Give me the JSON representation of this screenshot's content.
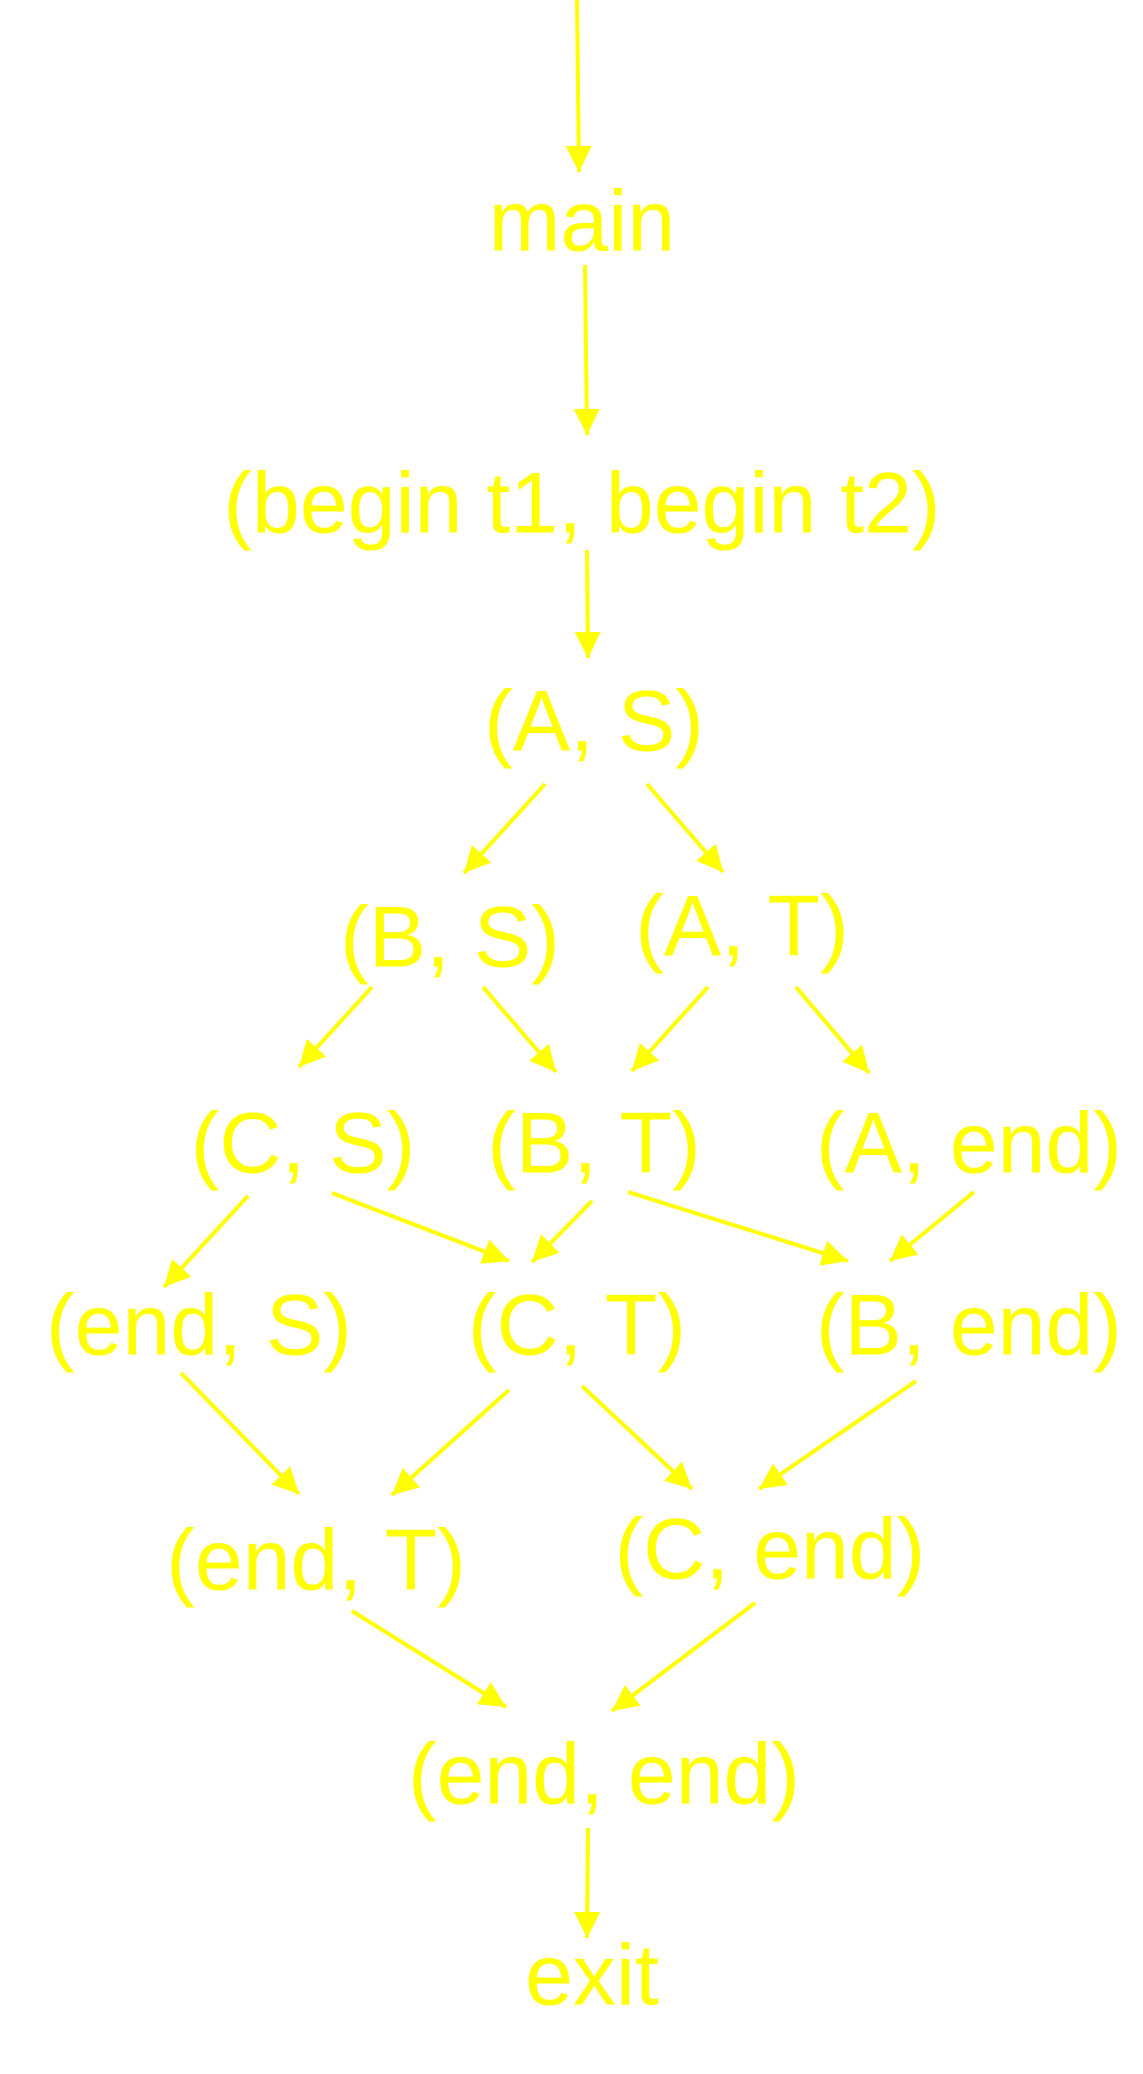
{
  "diagram": {
    "color": "#ffff00",
    "background": "#ffffff",
    "nodes": {
      "main": "main",
      "begin": "(begin t1, begin t2)",
      "a_s": "(A, S)",
      "b_s": "(B, S)",
      "a_t": "(A, T)",
      "c_s": "(C, S)",
      "b_t": "(B, T)",
      "a_end": "(A, end)",
      "end_s": "(end, S)",
      "c_t": "(C, T)",
      "b_end": "(B, end)",
      "end_t": "(end, T)",
      "c_end": "(C, end)",
      "end_end": "(end, end)",
      "exit": "exit"
    },
    "edges": [
      {
        "from": "entry",
        "to": "main"
      },
      {
        "from": "main",
        "to": "begin"
      },
      {
        "from": "begin",
        "to": "a_s"
      },
      {
        "from": "a_s",
        "to": "b_s"
      },
      {
        "from": "a_s",
        "to": "a_t"
      },
      {
        "from": "b_s",
        "to": "c_s"
      },
      {
        "from": "b_s",
        "to": "b_t"
      },
      {
        "from": "a_t",
        "to": "b_t"
      },
      {
        "from": "a_t",
        "to": "a_end"
      },
      {
        "from": "c_s",
        "to": "end_s"
      },
      {
        "from": "c_s",
        "to": "c_t"
      },
      {
        "from": "b_t",
        "to": "c_t"
      },
      {
        "from": "b_t",
        "to": "b_end"
      },
      {
        "from": "a_end",
        "to": "b_end"
      },
      {
        "from": "end_s",
        "to": "end_t"
      },
      {
        "from": "c_t",
        "to": "end_t"
      },
      {
        "from": "c_t",
        "to": "c_end"
      },
      {
        "from": "b_end",
        "to": "c_end"
      },
      {
        "from": "end_t",
        "to": "end_end"
      },
      {
        "from": "c_end",
        "to": "end_end"
      },
      {
        "from": "end_end",
        "to": "exit"
      }
    ]
  }
}
